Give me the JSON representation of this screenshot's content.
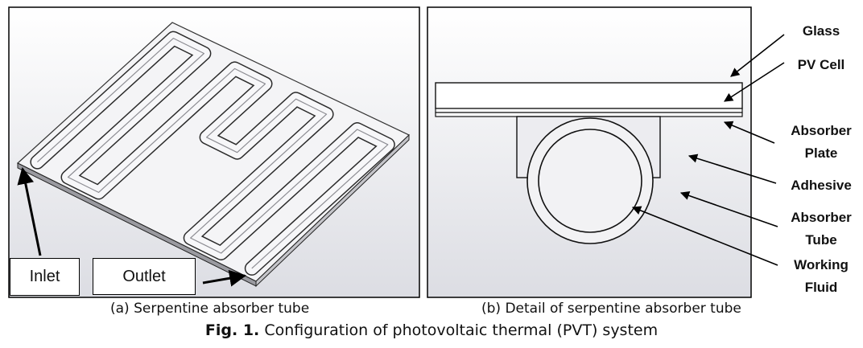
{
  "figure": {
    "number": "Fig. 1.",
    "title": "Configuration of photovoltaic thermal (PVT) system"
  },
  "panel_a": {
    "caption": "(a) Serpentine absorber tube",
    "inlet_label": "Inlet",
    "outlet_label": "Outlet"
  },
  "panel_b": {
    "caption": "(b) Detail of serpentine absorber tube",
    "labels": {
      "glass": "Glass",
      "pv_cell": "PV Cell",
      "absorber_plate_1": "Absorber",
      "absorber_plate_2": "Plate",
      "adhesive": "Adhesive",
      "absorber_tube_1": "Absorber",
      "absorber_tube_2": "Tube",
      "working_fluid_1": "Working",
      "working_fluid_2": "Fluid"
    }
  },
  "colors": {
    "panel_background": "#e9e9ee",
    "stroke": "#111111",
    "tube_fill": "#f2f2f4"
  }
}
